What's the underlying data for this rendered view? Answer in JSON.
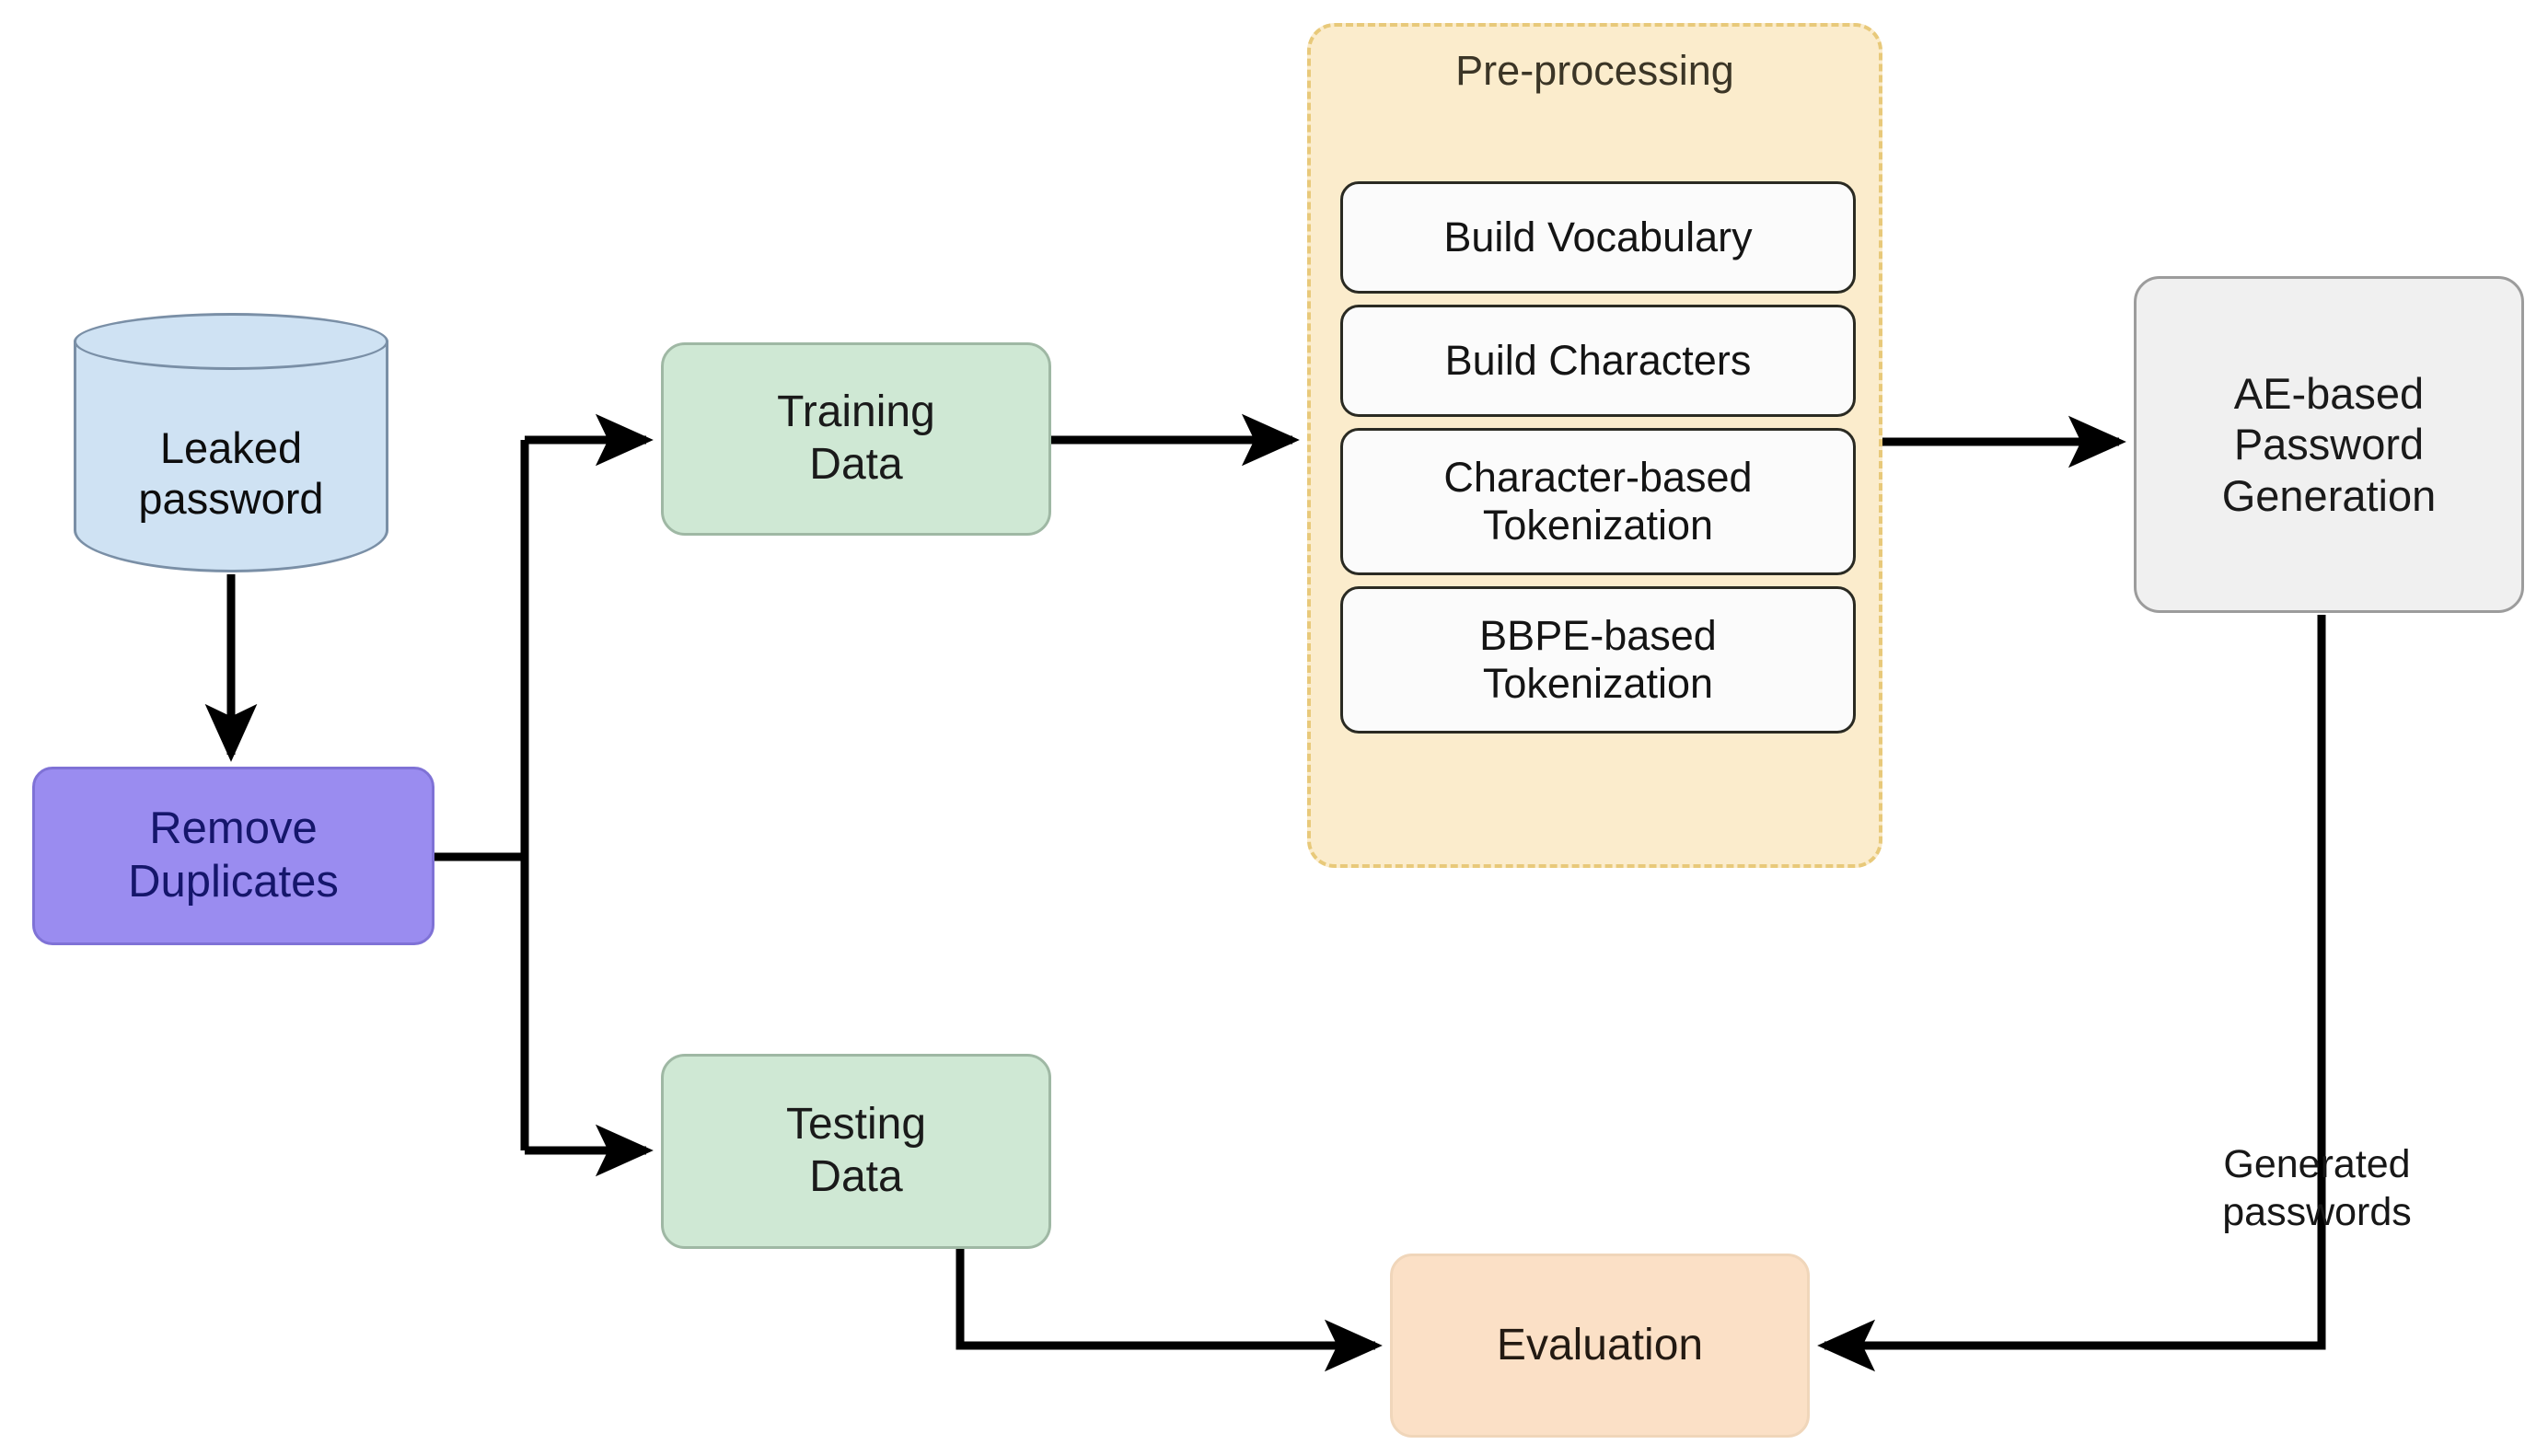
{
  "diagram": {
    "title": "Password generation pipeline flowchart",
    "colors": {
      "database_fill": "#cfe2f3",
      "database_stroke": "#7a8fa6",
      "remove_duplicates_fill": "#9a8cf0",
      "data_split_fill": "#cfe8d4",
      "preprocessing_group_fill": "#fbeccc",
      "preprocessing_group_stroke": "#e8c97a",
      "preprocessing_box_fill": "#fbfbfb",
      "ae_generation_fill": "#f0f0f0",
      "evaluation_fill": "#fbe0c6",
      "edge_stroke": "#000000"
    },
    "nodes": {
      "leaked_password": "Leaked\npassword",
      "remove_duplicates": "Remove\nDuplicates",
      "training_data": "Training\nData",
      "testing_data": "Testing\nData",
      "ae_generation": "AE-based\nPassword\nGeneration",
      "evaluation": "Evaluation"
    },
    "preprocessing": {
      "title": "Pre-processing",
      "steps": [
        "Build Vocabulary",
        "Build Characters",
        "Character-based\nTokenization",
        "BBPE-based\nTokenization"
      ]
    },
    "edge_labels": {
      "generated_passwords": "Generated\npasswords"
    }
  }
}
